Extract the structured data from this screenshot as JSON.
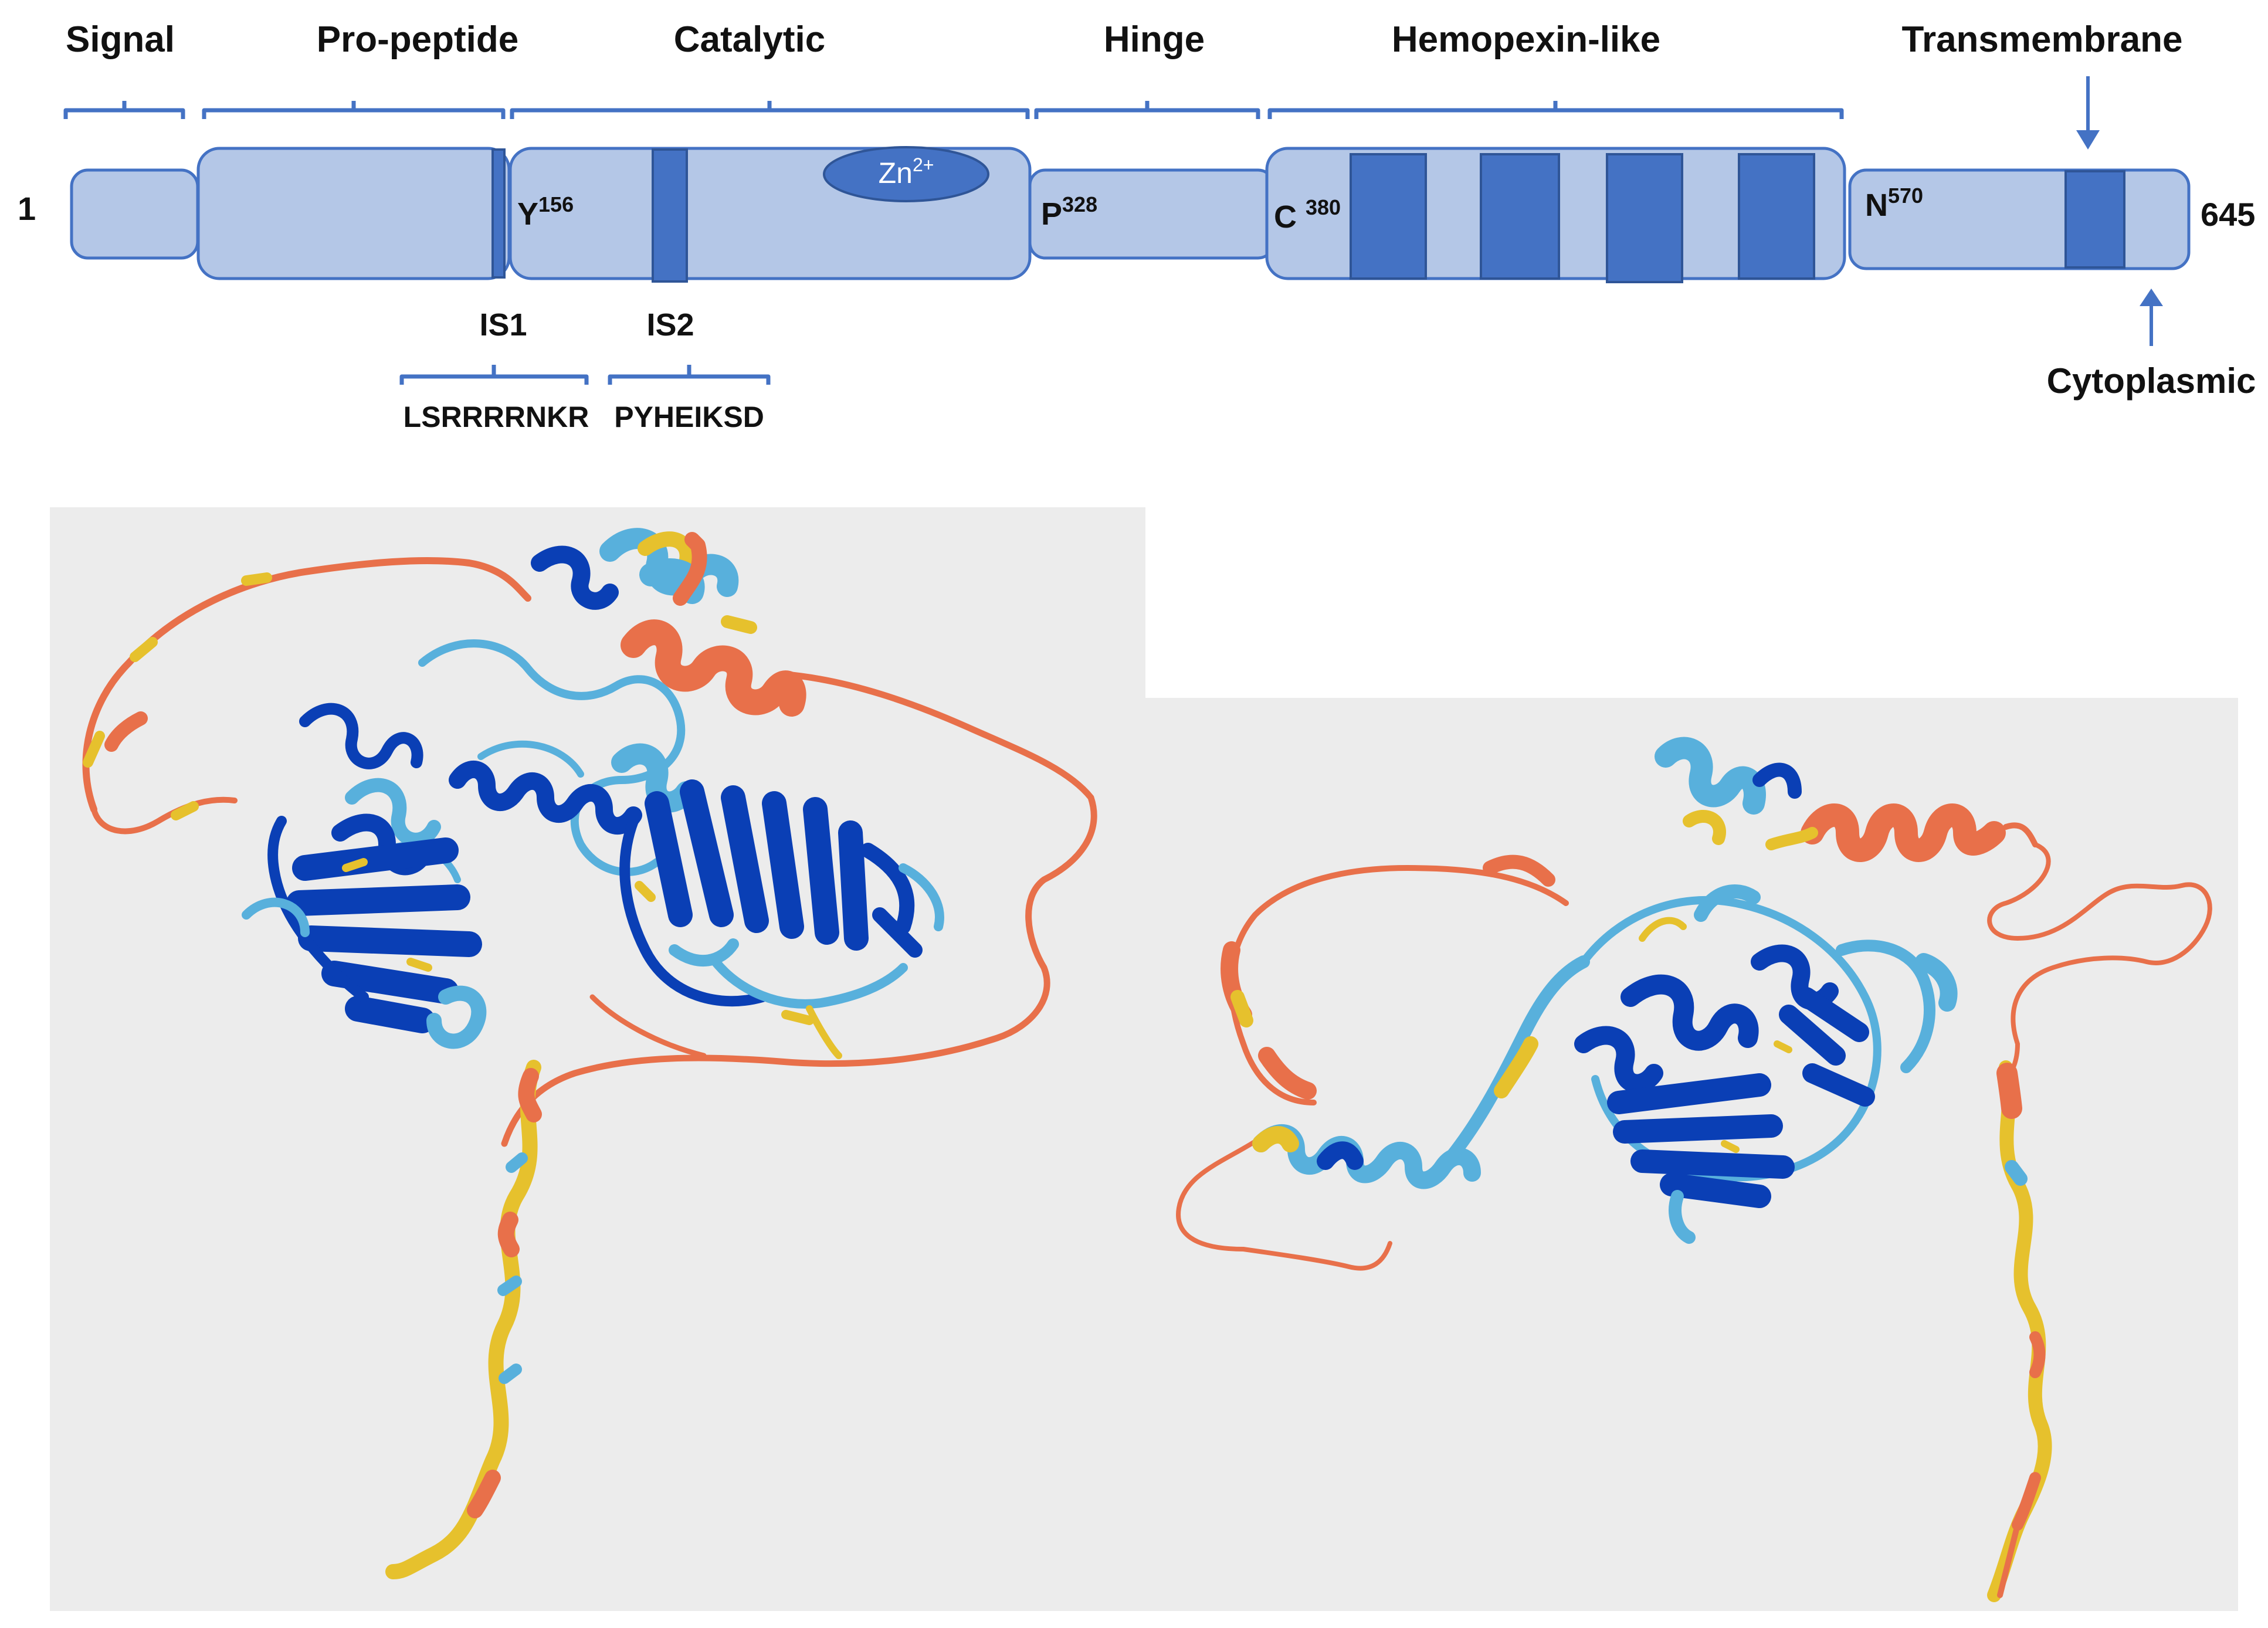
{
  "domain_header": {
    "regions": [
      {
        "id": "signal",
        "label": "Signal"
      },
      {
        "id": "propeptide",
        "label": "Pro-peptide"
      },
      {
        "id": "catalytic",
        "label": "Catalytic"
      },
      {
        "id": "hinge",
        "label": "Hinge"
      },
      {
        "id": "hemopexin",
        "label": "Hemopexin-like"
      },
      {
        "id": "transmembrane",
        "label": "Transmembrane"
      },
      {
        "id": "cytoplasmic",
        "label": "Cytoplasmic"
      }
    ],
    "start_residue": "1",
    "end_residue": "645",
    "residue_markers": [
      {
        "letter": "Y",
        "number": "156"
      },
      {
        "letter": "P",
        "number": "328"
      },
      {
        "letter": "C ",
        "number": "380"
      },
      {
        "letter": "N",
        "number": "570"
      }
    ],
    "zinc": {
      "base": "Zn",
      "sup": "2+"
    },
    "insertions": [
      {
        "name": "IS1",
        "sequence": "LSRRRRNKR"
      },
      {
        "name": "IS2",
        "sequence": "PYHEIKSD"
      }
    ]
  },
  "colors": {
    "domain_fill": "#b4c7e7",
    "domain_stroke": "#4472c4",
    "domain_dark": "#4472c4",
    "bracket": "#4472c4",
    "panel_bg": "#ececec",
    "helix_dark_blue": "#0a3fb5",
    "helix_light_blue": "#58b0dc",
    "coil_orange": "#e8704a",
    "coil_yellow": "#e6c12d"
  },
  "structure_panels": [
    {
      "id": "left-structure",
      "icon": "protein-ribbon-icon"
    },
    {
      "id": "right-structure",
      "icon": "protein-ribbon-icon"
    }
  ]
}
